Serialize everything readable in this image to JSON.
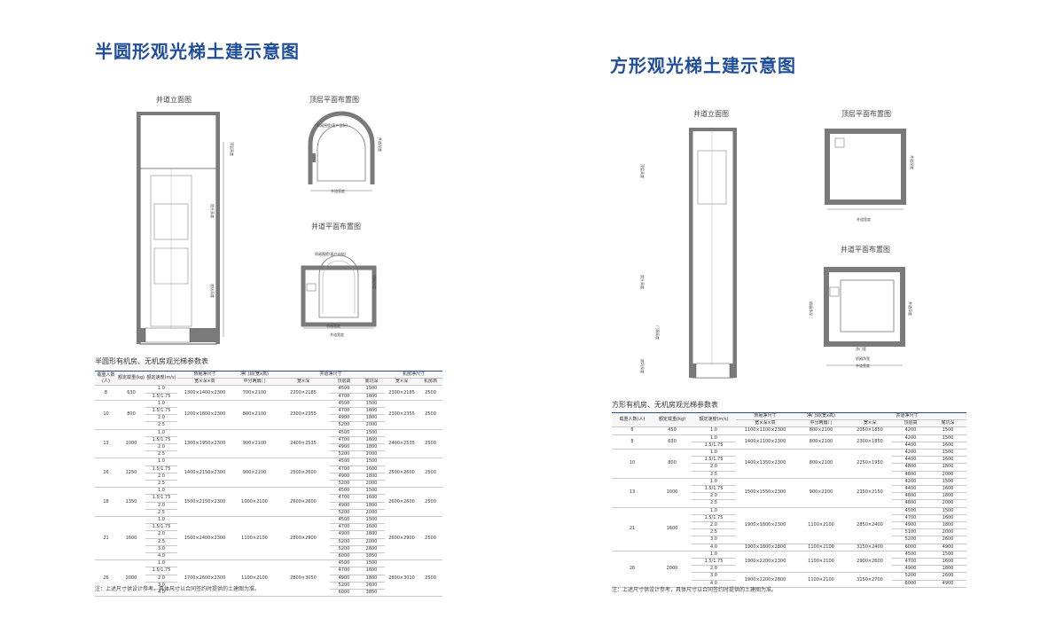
{
  "left": {
    "title": "半圆形观光梯土建示意图",
    "labels": {
      "elev": "井道立面图",
      "top_plan": "顶层平面布置图",
      "shaft_plan": "井道平面布置图",
      "car_wall": "轿厢围壁(客户自制)",
      "shaft_width": "井道宽度",
      "shaft_depth": "井道深度",
      "car_depth": "轿厢深度",
      "car_width": "轿厢宽度",
      "top_height": "顶层高度",
      "overhead": "提升高度",
      "pit": "底坑深度"
    },
    "caption": "半圆形有机房、无机房观光梯参数表",
    "note": "注：上述尺寸供设计参考，具体尺寸以合同签约时提供的土建图为准。",
    "table": {
      "head1": [
        "载重人数(人)",
        "额定载重(kg)",
        "额定速度(m/s)",
        "轿厢净尺寸",
        "净门洞(宽x高)",
        "井道净尺寸",
        "",
        "机房净尺寸",
        ""
      ],
      "head2": [
        "宽×深×高",
        "中分两扇门",
        "宽×深",
        "顶层高",
        "底坑深",
        "宽×深",
        "机房高"
      ],
      "groups": [
        {
          "p": "8",
          "kg": "630",
          "car": "1300×1400×2300",
          "door": "700×2100",
          "shaft": "2200×2185",
          "room": "2300×2185",
          "mh": "2500",
          "rows": [
            [
              "1.0",
              "4500",
              "1500"
            ],
            [
              "1.5/1.75",
              "4700",
              "1600"
            ]
          ]
        },
        {
          "p": "10",
          "kg": "800",
          "car": "1200×1800×2300",
          "door": "800×2100",
          "shaft": "2300×2355",
          "room": "2300×2355",
          "mh": "2500",
          "rows": [
            [
              "1.0",
              "4500",
              "1500"
            ],
            [
              "1.5/1.75",
              "4700",
              "1600"
            ],
            [
              "2.0",
              "4900",
              "1800"
            ],
            [
              "2.5",
              "5200",
              "2000"
            ]
          ]
        },
        {
          "p": "13",
          "kg": "1000",
          "car": "1300×1950×2300",
          "door": "900×2100",
          "shaft": "2400×2535",
          "room": "2400×2535",
          "mh": "2500",
          "rows": [
            [
              "1.0",
              "4500",
              "1500"
            ],
            [
              "1.5/1.75",
              "4700",
              "1600"
            ],
            [
              "2.0",
              "4900",
              "1800"
            ],
            [
              "2.5",
              "5200",
              "2000"
            ]
          ]
        },
        {
          "p": "16",
          "kg": "1250",
          "car": "1400×2150×2300",
          "door": "900×2100",
          "shaft": "2500×2600",
          "room": "2500×2600",
          "mh": "2500",
          "rows": [
            [
              "1.0",
              "4500",
              "1500"
            ],
            [
              "1.5/1.75",
              "4700",
              "1600"
            ],
            [
              "2.0",
              "4900",
              "1800"
            ],
            [
              "2.5",
              "5200",
              "2000"
            ]
          ]
        },
        {
          "p": "18",
          "kg": "1350",
          "car": "1500×2150×2300",
          "door": "1000×2100",
          "shaft": "2600×2600",
          "room": "2600×2600",
          "mh": "2500",
          "rows": [
            [
              "1.0",
              "4500",
              "1500"
            ],
            [
              "1.5/1.75",
              "4700",
              "1600"
            ],
            [
              "2.0",
              "4900",
              "1800"
            ],
            [
              "2.5",
              "5200",
              "2000"
            ]
          ]
        },
        {
          "p": "21",
          "kg": "1600",
          "car": "1500×2400×2300",
          "door": "1100×2100",
          "shaft": "2800×2900",
          "room": "2600×2900",
          "mh": "2500",
          "rows": [
            [
              "1.0",
              "4500",
              "1500"
            ],
            [
              "1.5/1.75",
              "4700",
              "1600"
            ],
            [
              "2.0",
              "4900",
              "1800"
            ],
            [
              "2.5",
              "5200",
              "2000"
            ],
            [
              "3.0",
              "5200",
              "2600"
            ],
            [
              "4.0",
              "6000",
              "3850"
            ]
          ]
        },
        {
          "p": "26",
          "kg": "2000",
          "car": "1700×2600×2300",
          "door": "1100×2100",
          "shaft": "2800×3050",
          "room": "2800×3010",
          "mh": "2500",
          "rows": [
            [
              "1.0",
              "4500",
              "1500"
            ],
            [
              "1.5/1.75",
              "4700",
              "1600"
            ],
            [
              "2.0",
              "4900",
              "1800"
            ],
            [
              "3.0",
              "5200",
              "2600"
            ],
            [
              "4.0",
              "6000",
              "3850"
            ]
          ]
        }
      ]
    }
  },
  "right": {
    "title": "方形观光梯土建示意图",
    "labels": {
      "elev": "井道立面图",
      "top_plan": "顶层平面布置图",
      "shaft_plan": "井道平面布置图",
      "shaft_width": "井道宽度",
      "shaft_depth": "井道深度",
      "door_width": "净门宽",
      "car_depth": "轿厢净深",
      "car_width": "轿厢净宽",
      "top_height": "顶层高度",
      "overhead": "提升高度",
      "pit": "底坑深度",
      "door_height": "门洞高度"
    },
    "caption": "方形有机房、无机房观光梯参数表",
    "note": "注：上述尺寸供设计参考，具体尺寸以合同签约时提供的土建图为准。",
    "table": {
      "head1": [
        "载重人数(人)",
        "额定载重(kg)",
        "额定速度(m/s)",
        "轿厢净尺寸",
        "净门洞(宽x高)",
        "井道净尺寸",
        "",
        ""
      ],
      "head2": [
        "宽×深×高",
        "中分两扇门",
        "宽×深",
        "顶层高",
        "底坑深"
      ],
      "groups": [
        {
          "p": "6",
          "kg": "450",
          "sub": [
            {
              "car": "1100×1100×2300",
              "door": "800×2100",
              "shaft": "2050×1850",
              "rows": [
                [
                  "1.0",
                  "4200",
                  "1500"
                ]
              ]
            }
          ]
        },
        {
          "p": "8",
          "kg": "630",
          "sub": [
            {
              "car": "1400×1100×2300",
              "door": "800×2100",
              "shaft": "2300×1850",
              "rows": [
                [
                  "1.0",
                  "4200",
                  "1500"
                ],
                [
                  "1.5/1.75",
                  "4400",
                  "1600"
                ]
              ]
            }
          ]
        },
        {
          "p": "10",
          "kg": "800",
          "sub": [
            {
              "car": "1400×1350×2300",
              "door": "800×2100",
              "shaft": "2250×1950",
              "rows": [
                [
                  "1.0",
                  "4200",
                  "1500"
                ],
                [
                  "1.5/1.75",
                  "4400",
                  "1600"
                ],
                [
                  "2.0",
                  "4800",
                  "1800"
                ],
                [
                  "2.5",
                  "4800",
                  "2000"
                ]
              ]
            }
          ]
        },
        {
          "p": "13",
          "kg": "1000",
          "sub": [
            {
              "car": "1500×1550×2300",
              "door": "900×2100",
              "shaft": "2350×2150",
              "rows": [
                [
                  "1.0",
                  "4200",
                  "1500"
                ],
                [
                  "1.5/1.75",
                  "4400",
                  "1600"
                ],
                [
                  "2.0",
                  "4800",
                  "1800"
                ],
                [
                  "2.5",
                  "4800",
                  "2000"
                ]
              ]
            }
          ]
        },
        {
          "p": "21",
          "kg": "1600",
          "sub": [
            {
              "car": "1900×1800×2300",
              "door": "1100×2100",
              "shaft": "2850×2400",
              "rows": [
                [
                  "1.0",
                  "4500",
                  "1500"
                ],
                [
                  "1.5/1.75",
                  "4700",
                  "1600"
                ],
                [
                  "2.0",
                  "4900",
                  "1800"
                ],
                [
                  "2.5",
                  "5100",
                  "2000"
                ],
                [
                  "3.0",
                  "5200",
                  "2600"
                ]
              ]
            },
            {
              "car": "1900×1800×2800",
              "door": "1100×2100",
              "shaft": "3150×2400",
              "rows": [
                [
                  "4.0",
                  "6000",
                  "4900"
                ]
              ]
            }
          ]
        },
        {
          "p": "26",
          "kg": "2000",
          "sub": [
            {
              "car": "1900×2200×2300",
              "door": "1100×2100",
              "shaft": "2900×2600",
              "rows": [
                [
                  "1.0",
                  "4500",
                  "1500"
                ],
                [
                  "1.5/1.75",
                  "4700",
                  "1600"
                ],
                [
                  "2.0",
                  "4900",
                  "1800"
                ]
              ]
            },
            {
              "car": "1900×2200×2800",
              "door": "1100×2100",
              "shaft": "3150×2700",
              "rows": [
                [
                  "3.0",
                  "5200",
                  "2600"
                ],
                [
                  "4.0",
                  "6000",
                  "4900"
                ]
              ]
            }
          ]
        }
      ]
    }
  },
  "colors": {
    "title": "#1f4e9c",
    "wall": "#7a7a7a",
    "accent_rule": "#1f4e9c"
  }
}
